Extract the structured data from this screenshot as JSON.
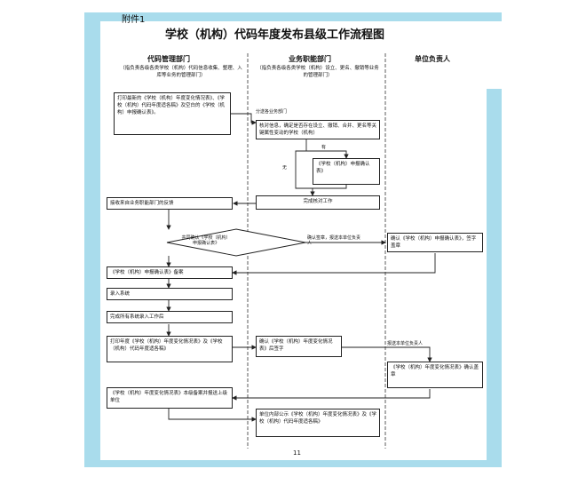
{
  "attachment_label": "附件1",
  "title": "学校（机构）代码年度发布县级工作流程图",
  "columns": {
    "col1": {
      "title": "代码管理部门",
      "desc": "（指负责各级各类学校（机构）代码信息收集、整理、入库等业务的管理部门）"
    },
    "col2": {
      "title": "业务职能部门",
      "desc": "（指负责各级各类学校（机构）设立、更名、撤销等业务的管理部门）"
    },
    "col3": {
      "title": "单位负责人"
    }
  },
  "nodes": {
    "print_tables": "打印最新的《学校（机构）年度变化情况表》、《学校（机构）代码年度适各稿》及空白的《学校（机构）申报确认表》。",
    "distribute_label": "分送各业务部门",
    "verify_info": "核对信息，确定是否存在设立、撤销、合并、更名等关键属性变动的学校（机构）",
    "yes_label": "有",
    "no_label": "无",
    "fill_confirm": "《学校（机构）申报确认表》",
    "complete_verify": "完成核对工作",
    "receive_feedback": "接收来自业务职能部门的反馈",
    "decision": "共同确认《学校（机构）申报确认表》",
    "to_unit_label": "确认签章，报送本单位负责人",
    "unit_sign": "确认《学校（机构）申报确认表》，签字盖章",
    "archive": "《学校（机构）申报确认表》备案",
    "enter_system": "录入系统",
    "complete_entry": "完成所有系统录入工作后",
    "print_again": "打印年度《学校（机构）年度变化情况表》及《学校（机构）代码年度适各稿》",
    "confirm_sign": "确认《学校（机构）年度变化情况表》后签字",
    "to_unit_label2": "报送本单位负责人",
    "unit_stamp": "《学校（机构）年度变化情况表》确认盖章",
    "report_upper": "《学校（机构）年度变化情况表》本级备案并报送上级单位",
    "publish": "单位内部公示《学校（机构）年度变化情况表》及《学校（机构）代码年度适各稿》"
  },
  "page_number": "11"
}
